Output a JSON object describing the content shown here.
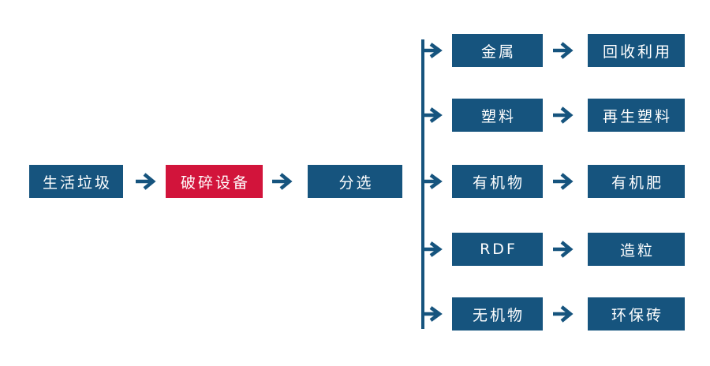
{
  "diagram": {
    "title": "household-waste-sorting-process-flow",
    "colors": {
      "node_blue": "#16547E",
      "node_red": "#D2143B",
      "arrow_blue": "#16547E",
      "text": "#FFFFFF",
      "background": "#FFFFFF"
    },
    "main_flow": {
      "nodes": [
        {
          "label": "生活垃圾",
          "color": "#16547E"
        },
        {
          "label": "破碎设备",
          "color": "#D2143B"
        },
        {
          "label": "分选",
          "color": "#16547E"
        }
      ]
    },
    "branches": [
      {
        "source": "金属",
        "result": "回收利用"
      },
      {
        "source": "塑料",
        "result": "再生塑料"
      },
      {
        "source": "有机物",
        "result": "有机肥"
      },
      {
        "source": "RDF",
        "result": "造粒"
      },
      {
        "source": "无机物",
        "result": "环保砖"
      }
    ]
  }
}
